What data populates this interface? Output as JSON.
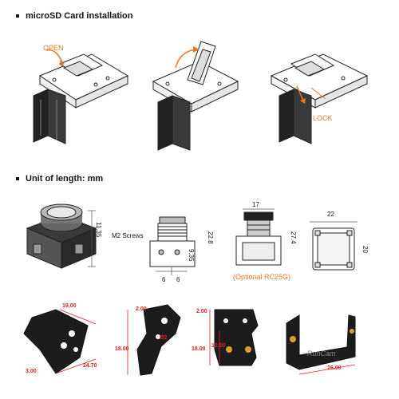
{
  "sections": {
    "install": {
      "heading": "microSD Card installation",
      "open_label": "OPEN",
      "lock_label": "LOCK"
    },
    "units": {
      "heading": "Unit of length: mm"
    }
  },
  "dimensions": {
    "cam_height": "11.35",
    "m2_screws": "M2 Screws",
    "total_height": "22.8",
    "screw_height": "9.35",
    "screw_gap_left": "6",
    "screw_gap_right": "6",
    "lens_width": "17",
    "optional_height": "27.4",
    "optional_label": "(Optional RC25G)",
    "plate_width": "22",
    "plate_height": "20"
  },
  "brackets": {
    "b1": {
      "top": "19.00",
      "bottom_left": "3.00",
      "bottom": "24.70"
    },
    "b2": {
      "top": "2.00",
      "diameter": "Ø2",
      "side": "18.00"
    },
    "b3": {
      "top": "2.00",
      "side": "18.00",
      "inner": "12.00"
    },
    "b4": {
      "bottom": "26.00",
      "brand": "RunCam"
    }
  },
  "colors": {
    "accent": "#e87722",
    "dim_red": "#e02020",
    "metal": "#1c1c1c"
  }
}
